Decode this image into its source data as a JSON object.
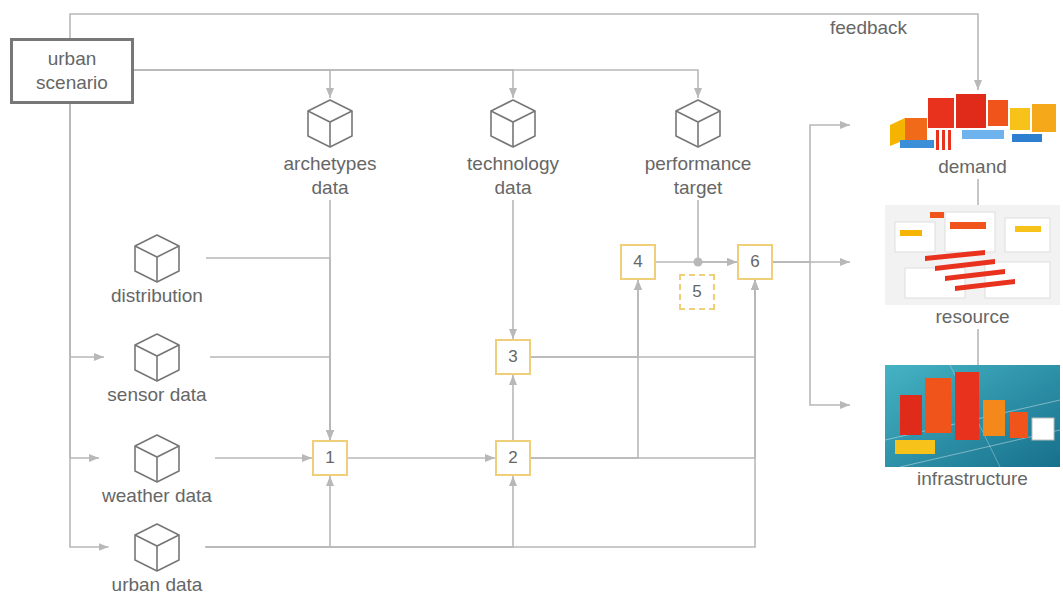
{
  "diagram": {
    "nodes": [
      {
        "text": [
          "urban scenario"
        ]
      },
      {
        "text": [
          "archetypes data"
        ]
      },
      {
        "text": [
          "technology data"
        ]
      },
      {
        "text": [
          "performance target"
        ]
      },
      {
        "text": [
          "demand"
        ]
      },
      {
        "text": [
          "distribution"
        ]
      },
      {
        "text": [
          "4"
        ]
      },
      {
        "text": [
          "5"
        ]
      },
      {
        "text": [
          "6"
        ]
      },
      {
        "text": [
          "resource"
        ]
      },
      {
        "text": [
          "3"
        ]
      },
      {
        "text": [
          "sensor data"
        ]
      },
      {
        "text": [
          "weather data"
        ]
      },
      {
        "text": [
          "1"
        ]
      },
      {
        "text": [
          "2"
        ]
      },
      {
        "text": [
          "infrastructure"
        ]
      },
      {
        "text": [
          "urban data"
        ]
      }
    ],
    "edges": [
      {
        "from": 0,
        "to": 4,
        "label": "feedback",
        "arrow": "to"
      },
      {
        "from": 0,
        "to": 1,
        "arrow": "to"
      },
      {
        "from": 0,
        "to": 2,
        "arrow": "to"
      },
      {
        "from": 0,
        "to": 3,
        "arrow": "to"
      },
      {
        "from": 0,
        "to": 11,
        "arrow": "to"
      },
      {
        "from": 0,
        "to": 12,
        "arrow": "to"
      },
      {
        "from": 0,
        "to": 16,
        "arrow": "to"
      },
      {
        "from": 1,
        "to": 13,
        "arrow": "to"
      },
      {
        "from": 5,
        "to": 13,
        "arrow": "to"
      },
      {
        "from": 11,
        "to": 13,
        "arrow": "to"
      },
      {
        "from": 12,
        "to": 13,
        "arrow": "to"
      },
      {
        "from": 16,
        "to": 13,
        "arrow": "to"
      },
      {
        "from": 16,
        "to": 14,
        "arrow": "to"
      },
      {
        "from": 16,
        "to": 8,
        "arrow": "to"
      },
      {
        "from": 2,
        "to": 10,
        "arrow": "to"
      },
      {
        "from": 13,
        "to": 14,
        "arrow": "to"
      },
      {
        "from": 14,
        "to": 10,
        "arrow": "to"
      },
      {
        "from": 14,
        "to": 6,
        "arrow": "to"
      },
      {
        "from": 14,
        "to": 8,
        "arrow": "to"
      },
      {
        "from": 10,
        "to": 6,
        "arrow": "to"
      },
      {
        "from": 10,
        "to": 8,
        "arrow": "to"
      },
      {
        "from": 6,
        "to": 8,
        "arrow": "to"
      },
      {
        "from": 3,
        "to": 8,
        "arrow": "to"
      },
      {
        "from": 8,
        "to": 4,
        "arrow": "to"
      },
      {
        "from": 8,
        "to": 9,
        "arrow": "to"
      },
      {
        "from": 8,
        "to": 15,
        "arrow": "to"
      },
      {
        "from": 4,
        "to": 9,
        "arrow": "none"
      },
      {
        "from": 9,
        "to": 15,
        "arrow": "none"
      }
    ]
  }
}
